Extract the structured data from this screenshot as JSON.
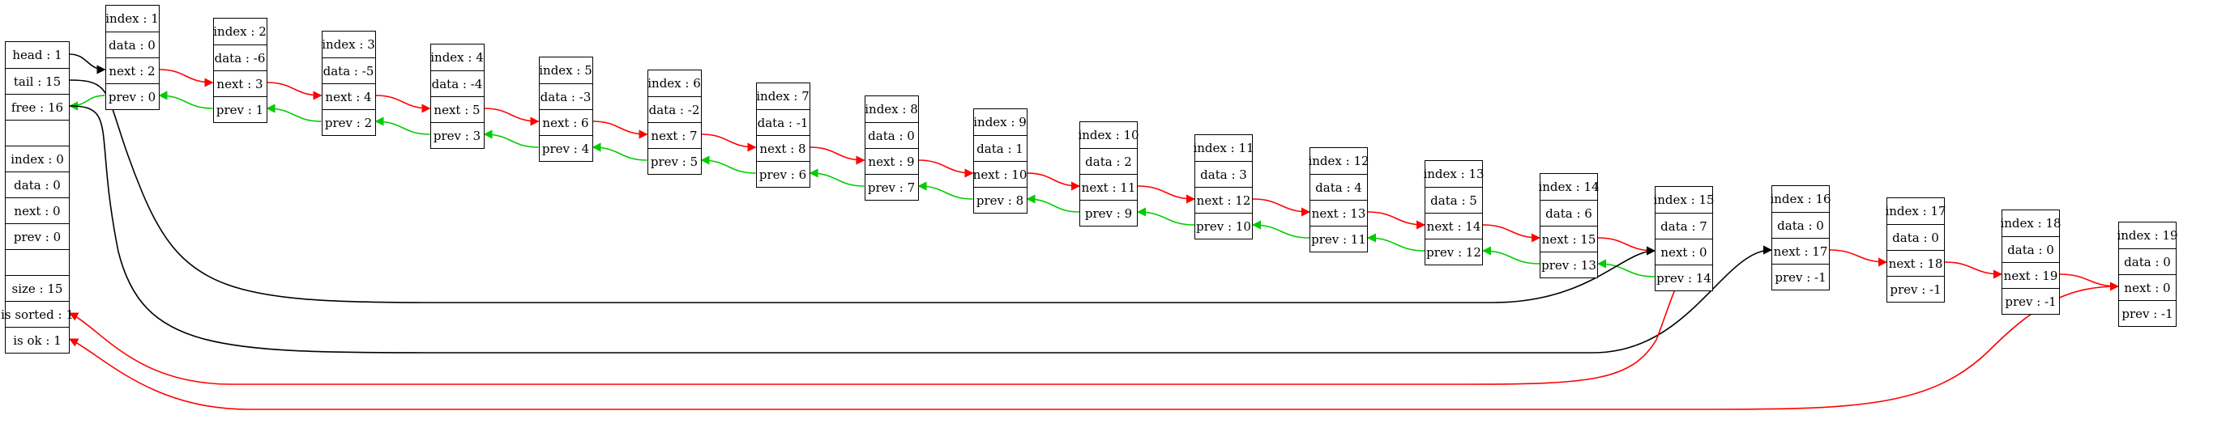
{
  "header": {
    "fields": [
      "head : 1",
      "tail : 15",
      "free : 16",
      "",
      "index : 0",
      "data : 0",
      "next : 0",
      "prev : 0",
      "",
      "size : 15",
      "is sorted : 1",
      "is ok : 1"
    ]
  },
  "nodes": [
    {
      "index": "index : 1",
      "data": "data : 0",
      "next": "next : 2",
      "prev": "prev : 0"
    },
    {
      "index": "index : 2",
      "data": "data : -6",
      "next": "next : 3",
      "prev": "prev : 1"
    },
    {
      "index": "index : 3",
      "data": "data : -5",
      "next": "next : 4",
      "prev": "prev : 2"
    },
    {
      "index": "index : 4",
      "data": "data : -4",
      "next": "next : 5",
      "prev": "prev : 3"
    },
    {
      "index": "index : 5",
      "data": "data : -3",
      "next": "next : 6",
      "prev": "prev : 4"
    },
    {
      "index": "index : 6",
      "data": "data : -2",
      "next": "next : 7",
      "prev": "prev : 5"
    },
    {
      "index": "index : 7",
      "data": "data : -1",
      "next": "next : 8",
      "prev": "prev : 6"
    },
    {
      "index": "index : 8",
      "data": "data : 0",
      "next": "next : 9",
      "prev": "prev : 7"
    },
    {
      "index": "index : 9",
      "data": "data : 1",
      "next": "next : 10",
      "prev": "prev : 8"
    },
    {
      "index": "index : 10",
      "data": "data : 2",
      "next": "next : 11",
      "prev": "prev : 9"
    },
    {
      "index": "index : 11",
      "data": "data : 3",
      "next": "next : 12",
      "prev": "prev : 10"
    },
    {
      "index": "index : 12",
      "data": "data : 4",
      "next": "next : 13",
      "prev": "prev : 11"
    },
    {
      "index": "index : 13",
      "data": "data : 5",
      "next": "next : 14",
      "prev": "prev : 12"
    },
    {
      "index": "index : 14",
      "data": "data : 6",
      "next": "next : 15",
      "prev": "prev : 13"
    },
    {
      "index": "index : 15",
      "data": "data : 7",
      "next": "next : 0",
      "prev": "prev : 14"
    },
    {
      "index": "index : 16",
      "data": "data : 0",
      "next": "next : 17",
      "prev": "prev : -1"
    },
    {
      "index": "index : 17",
      "data": "data : 0",
      "next": "next : 18",
      "prev": "prev : -1"
    },
    {
      "index": "index : 18",
      "data": "data : 0",
      "next": "next : 19",
      "prev": "prev : -1"
    },
    {
      "index": "index : 19",
      "data": "data : 0",
      "next": "next : 0",
      "prev": "prev : -1"
    }
  ],
  "colors": {
    "next_edge": "#ff0000",
    "prev_edge": "#00cc00",
    "header_edge": "#000000"
  }
}
